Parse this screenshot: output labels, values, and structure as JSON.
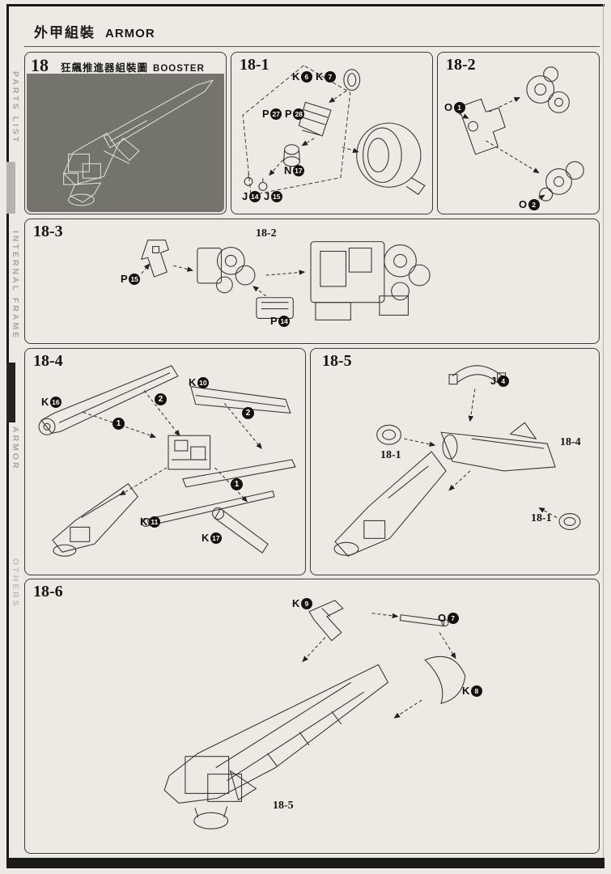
{
  "doc": {
    "header": {
      "title_cjk": "外甲組裝",
      "title_en": "ARMOR"
    },
    "sidebar": [
      {
        "label": "PARTS LIST"
      },
      {
        "label": "INTERNAL FRAME"
      },
      {
        "label": "ARMOR"
      },
      {
        "label": "OTHERS"
      }
    ],
    "steps": {
      "s18": {
        "num": "18",
        "title_cjk": "狂飆推進器組裝圖",
        "title_en": "BOOSTER"
      },
      "s18_1": {
        "label": "18-1",
        "parts": [
          {
            "letter": "K",
            "num": "6"
          },
          {
            "letter": "K",
            "num": "7"
          },
          {
            "letter": "P",
            "num": "27"
          },
          {
            "letter": "P",
            "num": "28"
          },
          {
            "letter": "N",
            "num": "17"
          },
          {
            "letter": "J",
            "num": "14"
          },
          {
            "letter": "J",
            "num": "15"
          }
        ]
      },
      "s18_2": {
        "label": "18-2",
        "parts": [
          {
            "letter": "O",
            "num": "1"
          },
          {
            "letter": "O",
            "num": "2"
          }
        ]
      },
      "s18_3": {
        "label": "18-3",
        "parts": [
          {
            "letter": "P",
            "num": "15"
          },
          {
            "letter": "P",
            "num": "14"
          }
        ],
        "refs": [
          "18-2"
        ]
      },
      "s18_4": {
        "label": "18-4",
        "parts": [
          {
            "letter": "K",
            "num": "16"
          },
          {
            "letter": "K",
            "num": "10"
          },
          {
            "letter": "K",
            "num": "11"
          },
          {
            "letter": "K",
            "num": "17"
          }
        ],
        "callouts": [
          "1",
          "2",
          "2",
          "1"
        ]
      },
      "s18_5": {
        "label": "18-5",
        "parts": [
          {
            "letter": "J",
            "num": "4"
          }
        ],
        "refs": [
          "18-1",
          "18-4",
          "18-1"
        ]
      },
      "s18_6": {
        "label": "18-6",
        "parts": [
          {
            "letter": "K",
            "num": "9"
          },
          {
            "letter": "O",
            "num": "7"
          },
          {
            "letter": "K",
            "num": "8"
          }
        ],
        "refs": [
          "18-5"
        ]
      }
    }
  }
}
